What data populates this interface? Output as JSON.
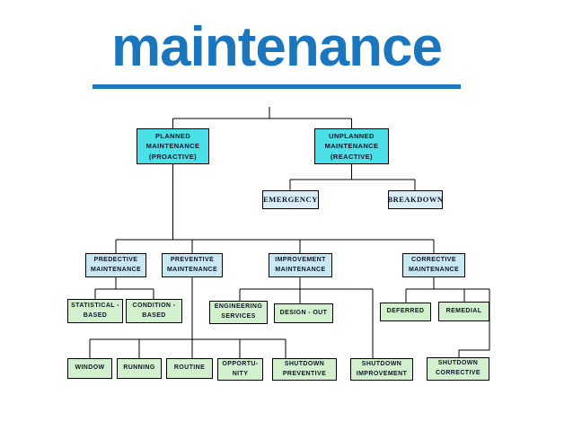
{
  "title": "maintenance",
  "colors": {
    "title_blue": "#1B76BE",
    "top_box_cyan": "#4BE0E8",
    "secondary_box_blue": "#C8E9F2",
    "emergency_box_blue": "#D9EDF6",
    "leaf_box_green": "#D2F0CD",
    "line_black": "#000000"
  },
  "nodes": {
    "planned": "PLANNED\nMAINTENANCE\n(PROACTIVE)",
    "unplanned": "UNPLANNED\nMAINTENANCE\n(REACTIVE)",
    "emergency": "EMERGENCY",
    "breakdown": "BREAKDOWN",
    "predective": "PREDECTIVE\nMAINTENANCE",
    "preventive": "PREVENTIVE\nMAINTENANCE",
    "improvement": "IMPROVEMENT\nMAINTENANCE",
    "corrective": "CORRECTIVE\nMAINTENANCE",
    "statistical": "STATISTICAL -\nBASED",
    "condition": "CONDITION -\nBASED",
    "engineering": "ENGINEERING\nSERVICES",
    "designout": "DESIGN - OUT",
    "deferred": "DEFERRED",
    "remedial": "REMEDIAL",
    "window": "WINDOW",
    "running": "RUNNING",
    "routine": "ROUTINE",
    "opportunity": "OPPORTU-\nNITY",
    "shutdown_preventive": "SHUTDOWN\nPREVENTIVE",
    "shutdown_improvement": "SHUTDOWN\nIMPROVEMENT",
    "shutdown_corrective": "SHUTDOWN\nCORRECTIVE"
  },
  "hierarchy": {
    "maintenance": [
      "planned",
      "unplanned"
    ],
    "planned": [
      "predective",
      "preventive",
      "improvement",
      "corrective"
    ],
    "unplanned": [
      "emergency",
      "breakdown"
    ],
    "predective": [
      "statistical",
      "condition"
    ],
    "preventive": [
      "window",
      "running",
      "routine",
      "opportunity",
      "shutdown_preventive"
    ],
    "improvement": [
      "engineering",
      "designout",
      "shutdown_improvement"
    ],
    "corrective": [
      "deferred",
      "remedial",
      "shutdown_corrective"
    ]
  }
}
